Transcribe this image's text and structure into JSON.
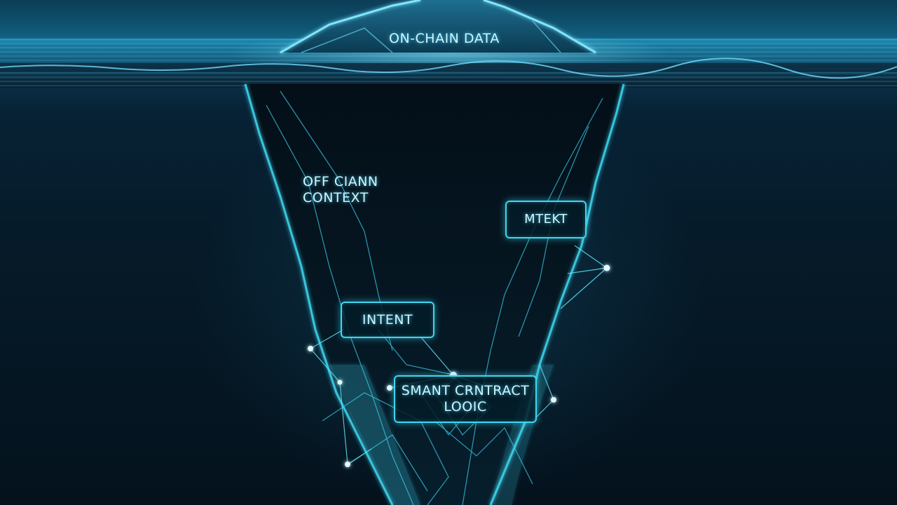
{
  "scene": {
    "description": "Glowing iceberg split at the waterline, depicting blockchain data layers",
    "colors": {
      "accent": "#3fd6f0",
      "glow": "#8cebff",
      "text": "#cdf6ff",
      "deep_water": "#04121d",
      "surface_water": "#147092"
    }
  },
  "labels": {
    "above_water": "ON-CHAIN DATA",
    "off_chain_line1": "OFF CIANN",
    "off_chain_line2": "CONTEXT",
    "intent_right": "MTEKT",
    "intent_left": "INTENT",
    "smart_contract_line1": "SMANT CRNTRACT",
    "smart_contract_line2": "LOOIC"
  }
}
